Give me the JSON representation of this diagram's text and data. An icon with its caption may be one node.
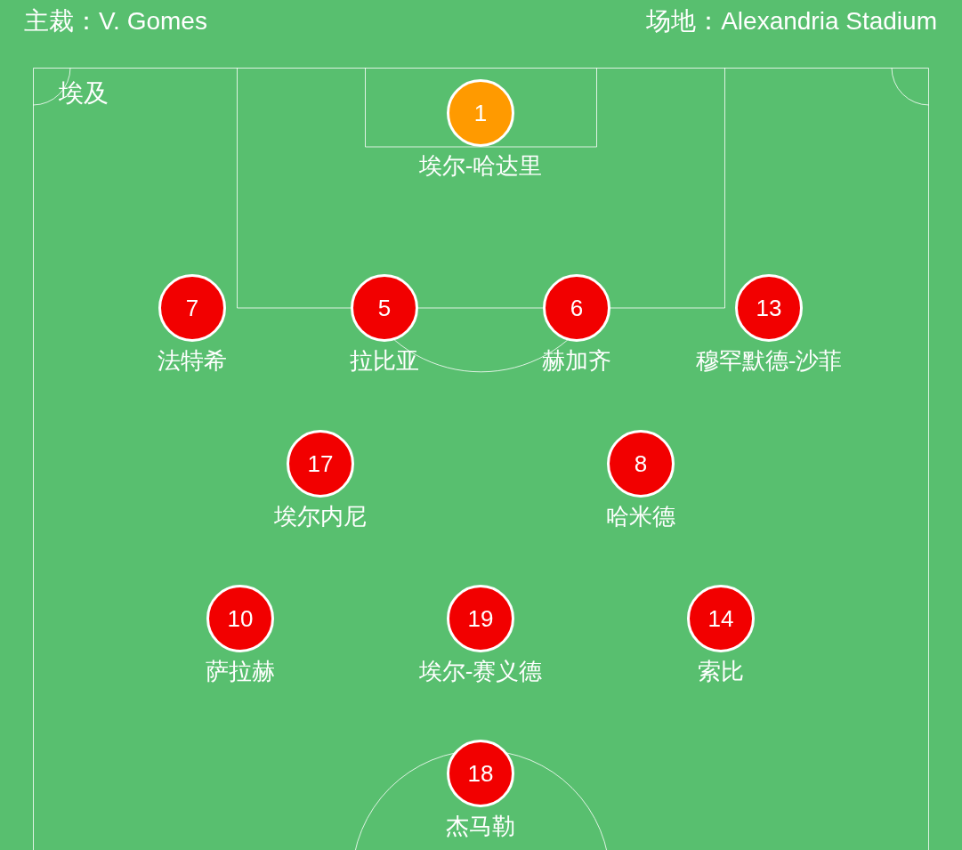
{
  "diagram": {
    "nodes": [
      {
        "text": [
          "埃及"
        ]
      },
      {
        "text": [
          "1"
        ],
        "beside": [
          "埃尔-哈达里"
        ],
        "in": 0
      },
      {
        "text": [
          "7"
        ],
        "beside": [
          "法特希"
        ],
        "in": 0
      },
      {
        "text": [
          "5"
        ],
        "beside": [
          "拉比亚"
        ],
        "in": 0
      },
      {
        "text": [
          "6"
        ],
        "beside": [
          "赫加齐"
        ],
        "in": 0
      },
      {
        "text": [
          "13"
        ],
        "beside": [
          "穆罕默德-沙菲"
        ],
        "in": 0
      },
      {
        "text": [
          "17"
        ],
        "beside": [
          "埃尔内尼"
        ],
        "in": 0
      },
      {
        "text": [
          "8"
        ],
        "beside": [
          "哈米德"
        ],
        "in": 0
      },
      {
        "text": [
          "10"
        ],
        "beside": [
          "萨拉赫"
        ],
        "in": 0
      },
      {
        "text": [
          "19"
        ],
        "beside": [
          "埃尔-赛义德"
        ],
        "in": 0
      },
      {
        "text": [
          "14"
        ],
        "beside": [
          "索比"
        ],
        "in": 0
      },
      {
        "text": [
          "18"
        ],
        "beside": [
          "杰马勒"
        ],
        "in": 0
      }
    ],
    "labels": [
      "主裁：V. Gomes",
      "场地：Alexandria Stadium"
    ]
  }
}
